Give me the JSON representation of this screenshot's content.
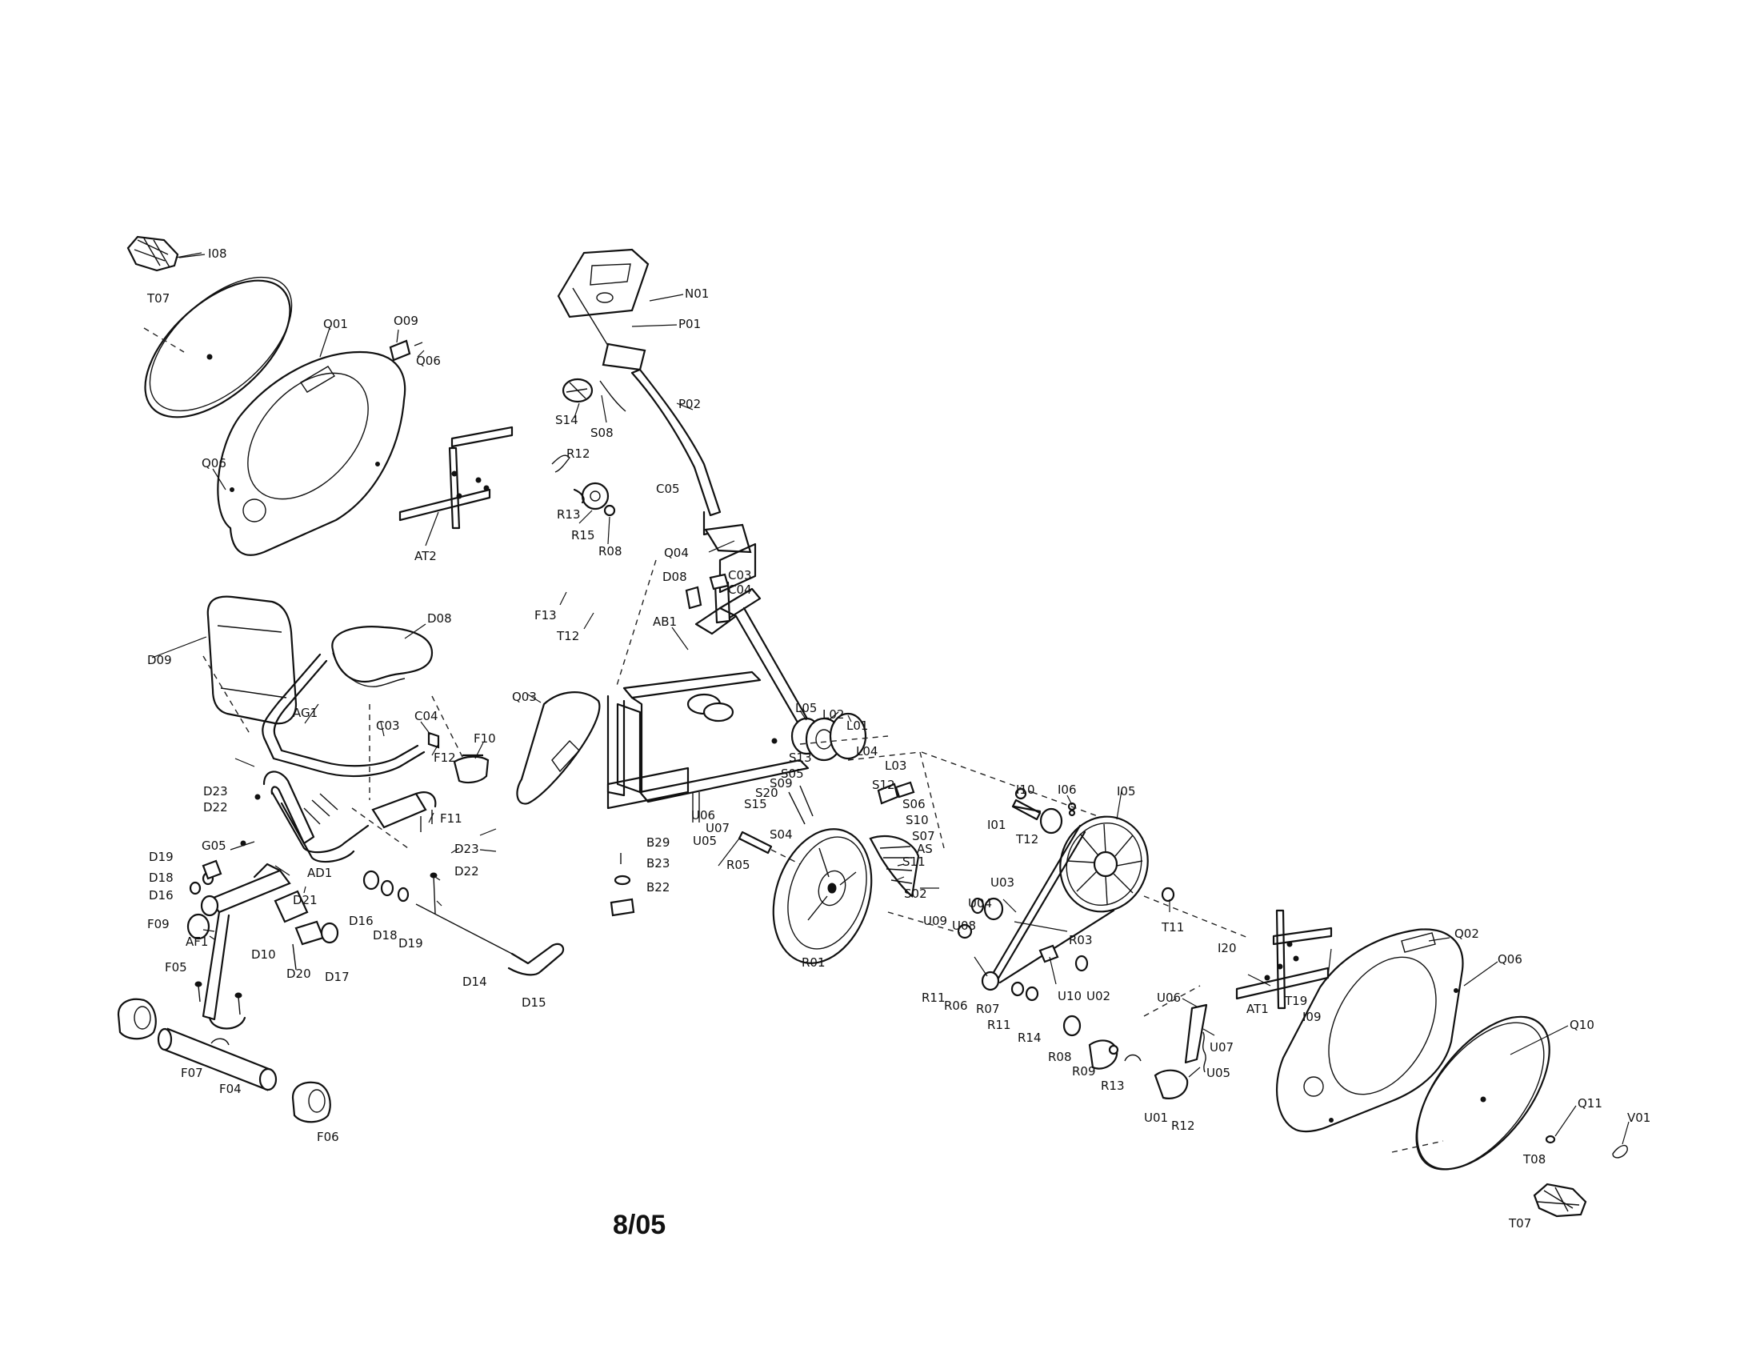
{
  "stamp": "8/05",
  "callouts": [
    {
      "id": "top-pedal",
      "text": "I08"
    },
    {
      "id": "top-pedal-base",
      "text": "T07"
    },
    {
      "id": "q01",
      "text": "Q01"
    },
    {
      "id": "o09",
      "text": "O09"
    },
    {
      "id": "q06-top",
      "text": "Q06"
    },
    {
      "id": "q06-left",
      "text": "Q06"
    },
    {
      "id": "at2",
      "text": "AT2"
    },
    {
      "id": "r12-top",
      "text": "R12"
    },
    {
      "id": "r13-top",
      "text": "R13"
    },
    {
      "id": "r15",
      "text": "R15"
    },
    {
      "id": "r08-top",
      "text": "R08"
    },
    {
      "id": "n01",
      "text": "N01"
    },
    {
      "id": "p01",
      "text": "P01"
    },
    {
      "id": "p02",
      "text": "P02"
    },
    {
      "id": "s14",
      "text": "S14"
    },
    {
      "id": "s08",
      "text": "S08"
    },
    {
      "id": "c05",
      "text": "C05"
    },
    {
      "id": "q04",
      "text": "Q04"
    },
    {
      "id": "d08-top",
      "text": "D08"
    },
    {
      "id": "c03",
      "text": "C03"
    },
    {
      "id": "c04-top",
      "text": "C04"
    },
    {
      "id": "ab1",
      "text": "AB1"
    },
    {
      "id": "f13",
      "text": "F13"
    },
    {
      "id": "t12-left",
      "text": "T12"
    },
    {
      "id": "d09",
      "text": "D09"
    },
    {
      "id": "d08-seat",
      "text": "D08"
    },
    {
      "id": "ag1",
      "text": "AG1"
    },
    {
      "id": "c03-seat",
      "text": "C03"
    },
    {
      "id": "c04-seat",
      "text": "C04"
    },
    {
      "id": "f12",
      "text": "F12"
    },
    {
      "id": "f10",
      "text": "F10"
    },
    {
      "id": "q03",
      "text": "Q03"
    },
    {
      "id": "l05",
      "text": "L05"
    },
    {
      "id": "l02",
      "text": "L02"
    },
    {
      "id": "l01",
      "text": "L01"
    },
    {
      "id": "s13",
      "text": "S13"
    },
    {
      "id": "l04",
      "text": "L04"
    },
    {
      "id": "l03",
      "text": "L03"
    },
    {
      "id": "s05",
      "text": "S05"
    },
    {
      "id": "s09",
      "text": "S09"
    },
    {
      "id": "s20",
      "text": "S20"
    },
    {
      "id": "s12",
      "text": "S12"
    },
    {
      "id": "s15",
      "text": "S15"
    },
    {
      "id": "s06",
      "text": "S06"
    },
    {
      "id": "s10",
      "text": "S10"
    },
    {
      "id": "s07",
      "text": "S07"
    },
    {
      "id": "as",
      "text": "AS"
    },
    {
      "id": "s11",
      "text": "S11"
    },
    {
      "id": "s02",
      "text": "S02"
    },
    {
      "id": "s04",
      "text": "S04"
    },
    {
      "id": "u07-left",
      "text": "U07"
    },
    {
      "id": "u06-left",
      "text": "U06"
    },
    {
      "id": "u05-left",
      "text": "U05"
    },
    {
      "id": "r05",
      "text": "R05"
    },
    {
      "id": "b29",
      "text": "B29"
    },
    {
      "id": "b23",
      "text": "B23"
    },
    {
      "id": "b22",
      "text": "B22"
    },
    {
      "id": "r01",
      "text": "R01"
    },
    {
      "id": "d23-top",
      "text": "D23"
    },
    {
      "id": "d22-top",
      "text": "D22"
    },
    {
      "id": "f11",
      "text": "F11"
    },
    {
      "id": "g05",
      "text": "G05"
    },
    {
      "id": "d19-left",
      "text": "D19"
    },
    {
      "id": "d18-left",
      "text": "D18"
    },
    {
      "id": "d16-left",
      "text": "D16"
    },
    {
      "id": "ad1",
      "text": "AD1"
    },
    {
      "id": "d21",
      "text": "D21"
    },
    {
      "id": "d23-mid",
      "text": "D23"
    },
    {
      "id": "d22-mid",
      "text": "D22"
    },
    {
      "id": "f09",
      "text": "F09"
    },
    {
      "id": "af1",
      "text": "AF1"
    },
    {
      "id": "d10",
      "text": "D10"
    },
    {
      "id": "d20",
      "text": "D20"
    },
    {
      "id": "d17",
      "text": "D17"
    },
    {
      "id": "d16-mid",
      "text": "D16"
    },
    {
      "id": "d18-mid",
      "text": "D18"
    },
    {
      "id": "d19-mid",
      "text": "D19"
    },
    {
      "id": "d14",
      "text": "D14"
    },
    {
      "id": "d15",
      "text": "D15"
    },
    {
      "id": "f05",
      "text": "F05"
    },
    {
      "id": "f07",
      "text": "F07"
    },
    {
      "id": "f04",
      "text": "F04"
    },
    {
      "id": "f06",
      "text": "F06"
    },
    {
      "id": "i10",
      "text": "I10"
    },
    {
      "id": "i06",
      "text": "I06"
    },
    {
      "id": "i05",
      "text": "I05"
    },
    {
      "id": "i01",
      "text": "I01"
    },
    {
      "id": "t12-right",
      "text": "T12"
    },
    {
      "id": "u04",
      "text": "U04"
    },
    {
      "id": "u03",
      "text": "U03"
    },
    {
      "id": "u09",
      "text": "U09"
    },
    {
      "id": "u08",
      "text": "U08"
    },
    {
      "id": "r03",
      "text": "R03"
    },
    {
      "id": "t11",
      "text": "T11"
    },
    {
      "id": "r11-a",
      "text": "R11"
    },
    {
      "id": "r06",
      "text": "R06"
    },
    {
      "id": "r07",
      "text": "R07"
    },
    {
      "id": "r11-b",
      "text": "R11"
    },
    {
      "id": "u10",
      "text": "U10"
    },
    {
      "id": "u02",
      "text": "U02"
    },
    {
      "id": "r14",
      "text": "R14"
    },
    {
      "id": "r08-bot",
      "text": "R08"
    },
    {
      "id": "r09",
      "text": "R09"
    },
    {
      "id": "r13-bot",
      "text": "R13"
    },
    {
      "id": "u06-right",
      "text": "U06"
    },
    {
      "id": "u07-right",
      "text": "U07"
    },
    {
      "id": "u05-right",
      "text": "U05"
    },
    {
      "id": "u01",
      "text": "U01"
    },
    {
      "id": "r12-bot",
      "text": "R12"
    },
    {
      "id": "i20",
      "text": "I20"
    },
    {
      "id": "at1",
      "text": "AT1"
    },
    {
      "id": "t19",
      "text": "T19"
    },
    {
      "id": "i09",
      "text": "I09"
    },
    {
      "id": "q02",
      "text": "Q02"
    },
    {
      "id": "q06-right",
      "text": "Q06"
    },
    {
      "id": "q10",
      "text": "Q10"
    },
    {
      "id": "q11",
      "text": "Q11"
    },
    {
      "id": "v01",
      "text": "V01"
    },
    {
      "id": "t08",
      "text": "T08"
    },
    {
      "id": "t07-bot",
      "text": "T07"
    }
  ]
}
